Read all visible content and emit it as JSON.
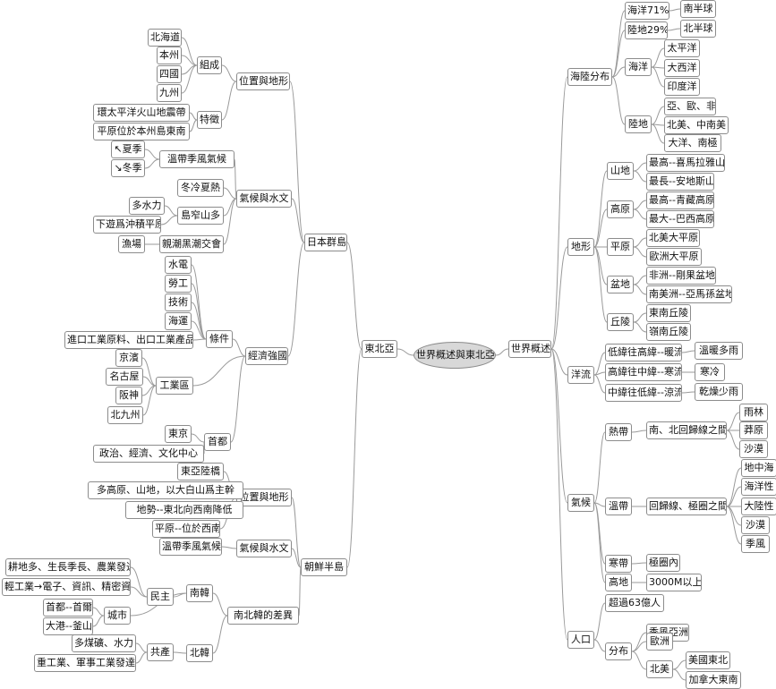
{
  "root": "世界概述與東北亞",
  "left": {
    "label": "東北亞",
    "children": [
      {
        "label": "日本群島",
        "children": [
          {
            "label": "位置與地形",
            "children": [
              {
                "label": "組成",
                "children": [
                  {
                    "label": "北海道"
                  },
                  {
                    "label": "本州"
                  },
                  {
                    "label": "四國"
                  },
                  {
                    "label": "九州"
                  }
                ]
              },
              {
                "label": "特徵",
                "children": [
                  {
                    "label": "環太平洋火山地震帶"
                  },
                  {
                    "label": "平原位於本州島東南"
                  }
                ]
              }
            ]
          },
          {
            "label": "氣候與水文",
            "children": [
              {
                "label": "溫帶季風氣候",
                "children": [
                  {
                    "label": "↖夏季"
                  },
                  {
                    "label": "↘冬季"
                  }
                ]
              },
              {
                "label": "冬冷夏熱"
              },
              {
                "label": "島窄山多",
                "children": [
                  {
                    "label": "多水力"
                  },
                  {
                    "label": "下遊爲沖積平原"
                  }
                ]
              },
              {
                "label": "親潮黑潮交會",
                "children": [
                  {
                    "label": "漁場"
                  }
                ]
              }
            ]
          },
          {
            "label": "經濟強國",
            "children": [
              {
                "label": "條件",
                "children": [
                  {
                    "label": "水電"
                  },
                  {
                    "label": "勞工"
                  },
                  {
                    "label": "技術"
                  },
                  {
                    "label": "海運"
                  },
                  {
                    "label": "進口工業原料、出口工業產品"
                  }
                ]
              },
              {
                "label": "工業區",
                "children": [
                  {
                    "label": "京濱"
                  },
                  {
                    "label": "名古屋"
                  },
                  {
                    "label": "阪神"
                  },
                  {
                    "label": "北九州"
                  }
                ]
              },
              {
                "label": "首都",
                "children": [
                  {
                    "label": "東京"
                  },
                  {
                    "label": "政治、經濟、文化中心"
                  }
                ]
              }
            ]
          }
        ]
      },
      {
        "label": "朝鮮半島",
        "children": [
          {
            "label": "位置與地形",
            "children": [
              {
                "label": "東亞陸橋"
              },
              {
                "label": "多高原、山地，以大白山爲主幹"
              },
              {
                "label": "地勢--東北向西南降低"
              },
              {
                "label": "平原--位於西南"
              }
            ]
          },
          {
            "label": "氣候與水文",
            "children": [
              {
                "label": "溫帶季風氣候"
              }
            ]
          },
          {
            "label": "南北韓的差異",
            "children": [
              {
                "label": "南韓",
                "children": [
                  {
                    "label": "民主",
                    "children": [
                      {
                        "label": "耕地多、生長季長、農業發達"
                      },
                      {
                        "label": "輕工業→電子、資訊、精密資訊"
                      }
                    ]
                  },
                  {
                    "label": "城市",
                    "children": [
                      {
                        "label": "首都--首爾"
                      },
                      {
                        "label": "大港--釜山"
                      }
                    ]
                  }
                ]
              },
              {
                "label": "北韓",
                "children": [
                  {
                    "label": "共產",
                    "children": [
                      {
                        "label": "多煤礦、水力"
                      },
                      {
                        "label": "重工業、軍事工業發達"
                      }
                    ]
                  }
                ]
              }
            ]
          }
        ]
      }
    ]
  },
  "right": {
    "label": "世界概述",
    "children": [
      {
        "label": "海陸分布",
        "children": [
          {
            "label": "海洋71%",
            "children": [
              {
                "label": "南半球"
              }
            ]
          },
          {
            "label": "陸地29%",
            "children": [
              {
                "label": "北半球"
              }
            ]
          },
          {
            "label": "海洋",
            "children": [
              {
                "label": "太平洋"
              },
              {
                "label": "大西洋"
              },
              {
                "label": "印度洋"
              }
            ]
          },
          {
            "label": "陸地",
            "children": [
              {
                "label": "亞、歐、非"
              },
              {
                "label": "北美、中南美"
              },
              {
                "label": "大洋、南極"
              }
            ]
          }
        ]
      },
      {
        "label": "地形",
        "children": [
          {
            "label": "山地",
            "children": [
              {
                "label": "最高--喜馬拉雅山"
              },
              {
                "label": "最長--安地斯山"
              }
            ]
          },
          {
            "label": "高原",
            "children": [
              {
                "label": "最高--青藏高原"
              },
              {
                "label": "最大--巴西高原"
              }
            ]
          },
          {
            "label": "平原",
            "children": [
              {
                "label": "北美大平原"
              },
              {
                "label": "歐洲大平原"
              }
            ]
          },
          {
            "label": "盆地",
            "children": [
              {
                "label": "非洲--剛果盆地"
              },
              {
                "label": "南美洲--亞馬孫盆地"
              }
            ]
          },
          {
            "label": "丘陵",
            "children": [
              {
                "label": "東南丘陵"
              },
              {
                "label": "嶺南丘陵"
              }
            ]
          }
        ]
      },
      {
        "label": "洋流",
        "children": [
          {
            "label": "低緯往高緯--暖流",
            "children": [
              {
                "label": "溫暖多雨"
              }
            ]
          },
          {
            "label": "高緯往中緯--寒流",
            "children": [
              {
                "label": "寒冷"
              }
            ]
          },
          {
            "label": "中緯往低緯--涼流",
            "children": [
              {
                "label": "乾燥少雨"
              }
            ]
          }
        ]
      },
      {
        "label": "氣候",
        "children": [
          {
            "label": "熱帶",
            "children": [
              {
                "label": "南、北回歸線之間",
                "children": [
                  {
                    "label": "雨林"
                  },
                  {
                    "label": "莽原"
                  },
                  {
                    "label": "沙漠"
                  }
                ]
              }
            ]
          },
          {
            "label": "溫帶",
            "children": [
              {
                "label": "回歸線、極圈之間",
                "children": [
                  {
                    "label": "地中海"
                  },
                  {
                    "label": "海洋性"
                  },
                  {
                    "label": "大陸性"
                  },
                  {
                    "label": "沙漠"
                  },
                  {
                    "label": "季風"
                  }
                ]
              }
            ]
          },
          {
            "label": "寒帶",
            "children": [
              {
                "label": "極圈內"
              }
            ]
          },
          {
            "label": "高地",
            "children": [
              {
                "label": "3000M以上"
              }
            ]
          }
        ]
      },
      {
        "label": "人口",
        "children": [
          {
            "label": "超過63億人"
          },
          {
            "label": "分布",
            "children": [
              {
                "label": "季風亞洲"
              },
              {
                "label": "歐洲"
              },
              {
                "label": "北美",
                "children": [
                  {
                    "label": "美國東北"
                  },
                  {
                    "label": "加拿大東南"
                  }
                ]
              }
            ]
          }
        ]
      }
    ]
  }
}
